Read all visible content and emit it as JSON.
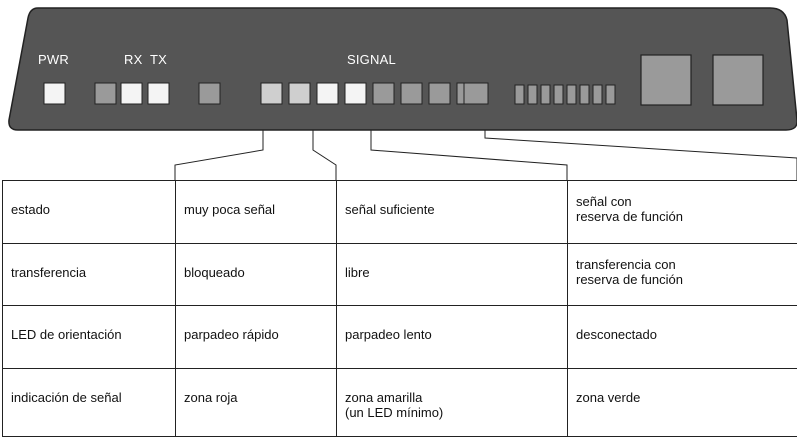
{
  "device": {
    "labels": {
      "pwr": "PWR",
      "rx": "RX",
      "tx": "TX",
      "signal": "SIGNAL"
    },
    "colors": {
      "panel": "#555555",
      "led_on": "#f4f4f4",
      "led_off": "#9a9a9a",
      "led_dim": "#cfcfcf",
      "outline": "#222222"
    }
  },
  "table": {
    "rows": [
      {
        "label": "estado",
        "cells": [
          "muy poca señal",
          "señal suficiente",
          "señal con\nreserva de función"
        ]
      },
      {
        "label": "transferencia",
        "cells": [
          "bloqueado",
          "libre",
          "transferencia con\nreserva de función"
        ]
      },
      {
        "label": "LED de orientación",
        "cells": [
          "parpadeo rápido",
          "parpadeo lento",
          "desconectado"
        ]
      },
      {
        "label": "indicación de señal",
        "cells": [
          "zona roja",
          "zona amarilla\n(un LED mínimo)",
          "zona verde"
        ]
      }
    ]
  }
}
